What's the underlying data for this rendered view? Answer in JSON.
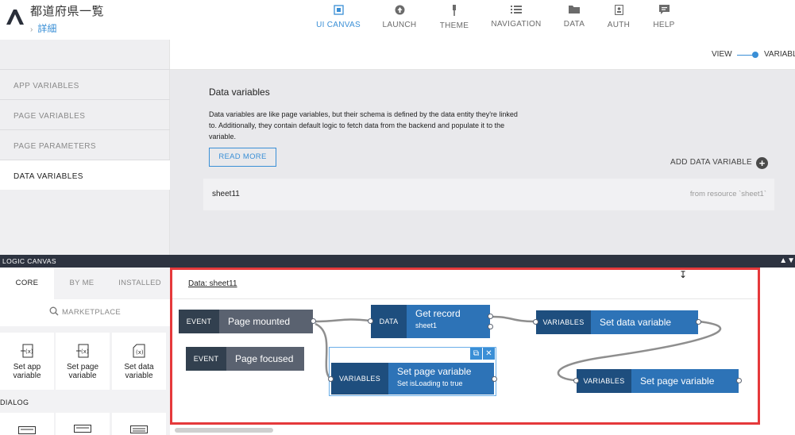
{
  "header": {
    "app_title": "都道府県一覧",
    "breadcrumb": "詳細",
    "nav": [
      {
        "label": "UI CANVAS",
        "icon": "ui-canvas-icon"
      },
      {
        "label": "LAUNCH",
        "icon": "launch-icon"
      },
      {
        "label": "THEME",
        "icon": "theme-icon"
      },
      {
        "label": "NAVIGATION",
        "icon": "navigation-icon"
      },
      {
        "label": "DATA",
        "icon": "folder-icon"
      },
      {
        "label": "AUTH",
        "icon": "auth-icon"
      },
      {
        "label": "HELP",
        "icon": "help-icon"
      }
    ]
  },
  "sidebar": {
    "items": [
      {
        "label": "APP VARIABLES"
      },
      {
        "label": "PAGE VARIABLES"
      },
      {
        "label": "PAGE PARAMETERS"
      },
      {
        "label": "DATA VARIABLES"
      }
    ]
  },
  "view": {
    "label": "VIEW",
    "mode": "VARIABLE"
  },
  "data_variables": {
    "title": "Data variables",
    "description": "Data variables are like page variables, but their schema is defined by the data entity they're linked to. Additionally, they contain default logic to fetch data from the backend and populate it to the variable.",
    "read_more": "READ MORE",
    "add_label": "ADD DATA VARIABLE",
    "add_icon": "+",
    "rows": [
      {
        "name": "sheet11",
        "source": "from resource `sheet1`"
      }
    ]
  },
  "logic_canvas": {
    "label": "LOGIC CANVAS",
    "collapse_icons": "▲▼"
  },
  "palette": {
    "tabs": [
      "CORE",
      "BY ME",
      "INSTALLED"
    ],
    "marketplace": "MARKETPLACE",
    "items": [
      {
        "label": "Set app variable"
      },
      {
        "label": "Set page variable"
      },
      {
        "label": "Set data variable"
      }
    ],
    "section": "DIALOG"
  },
  "canvas": {
    "tab": "Data: sheet11",
    "nodes": {
      "event1": {
        "tag": "EVENT",
        "label": "Page mounted"
      },
      "event2": {
        "tag": "EVENT",
        "label": "Page focused"
      },
      "data": {
        "tag": "DATA",
        "label": "Get record",
        "sub": "sheet1"
      },
      "setdata": {
        "tag": "VARIABLES",
        "label": "Set data variable"
      },
      "setpage1": {
        "tag": "VARIABLES",
        "label": "Set page variable",
        "sub": "Set isLoading to true"
      },
      "setpage2": {
        "tag": "VARIABLES",
        "label": "Set page variable"
      }
    },
    "mini_copy": "⧉",
    "mini_close": "✕"
  },
  "colors": {
    "accent": "#3a8fd6",
    "highlight_frame": "#e5393b",
    "node_dark": "#5a6270",
    "node_blue": "#2d73b7"
  }
}
